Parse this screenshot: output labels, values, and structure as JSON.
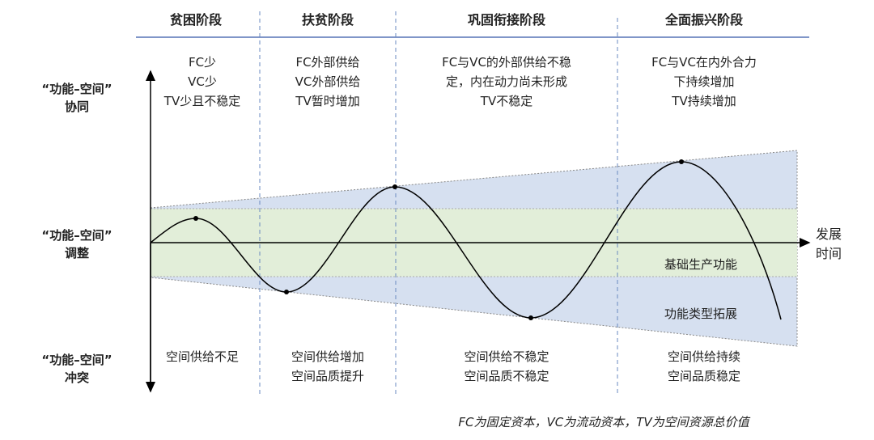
{
  "stages": [
    {
      "title": "贫困阶段",
      "top": [
        "FC少",
        "VC少",
        "TV少且不稳定"
      ],
      "bottom": [
        "空间供给不足"
      ]
    },
    {
      "title": "扶贫阶段",
      "top": [
        "FC外部供给",
        "VC外部供给",
        "TV暂时增加"
      ],
      "bottom": [
        "空间供给增加",
        "空间品质提升"
      ]
    },
    {
      "title": "巩固衔接阶段",
      "top": [
        "FC与VC的外部供给不稳",
        "定，内在动力尚未形成",
        "TV不稳定"
      ],
      "bottom": [
        "空间供给不稳定",
        "空间品质不稳定"
      ]
    },
    {
      "title": "全面振兴阶段",
      "top": [
        "FC与VC在内外合力",
        "下持续增加",
        "TV持续增加"
      ],
      "bottom": [
        "空间供给持续",
        "空间品质稳定"
      ]
    }
  ],
  "y_axis_labels": [
    {
      "line1": "“功能–空间”",
      "line2": "协同"
    },
    {
      "line1": "“功能–空间”",
      "line2": "调整"
    },
    {
      "line1": "“功能–空间”",
      "line2": "冲突"
    }
  ],
  "x_axis_label": {
    "line1": "发展",
    "line2": "时间"
  },
  "regions": {
    "band": "基础生产功能",
    "cone": "功能类型拓展"
  },
  "footnote": "FC为固定资本，VC为流动资本，TV为空间资源总价值",
  "colors": {
    "band": "#e3efd6",
    "cone": "#d6e0f0",
    "header_line": "#8096c8",
    "divider": "#6a8ac0"
  }
}
